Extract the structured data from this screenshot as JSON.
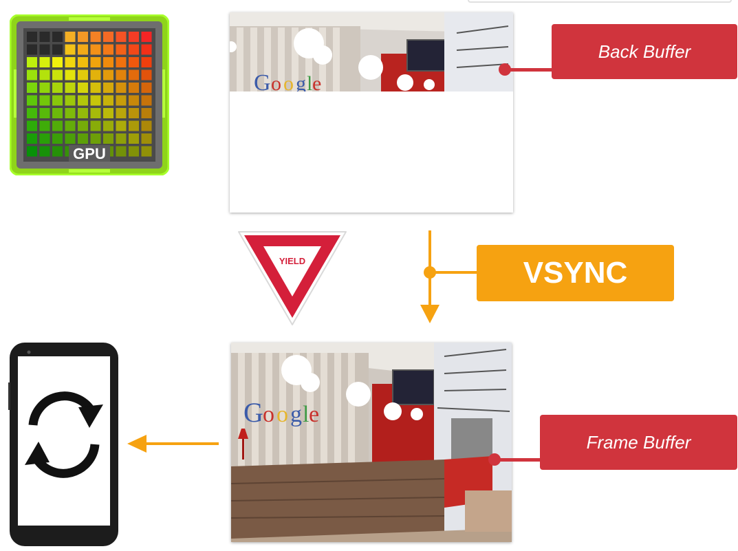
{
  "gpu": {
    "label": "GPU",
    "icon": "gpu-chip-icon"
  },
  "back_buffer": {
    "label": "Back Buffer",
    "fill_fraction": 0.37
  },
  "frame_buffer": {
    "label": "Frame Buffer"
  },
  "yield_sign": {
    "label": "YIELD",
    "icon": "yield-sign-icon"
  },
  "vsync": {
    "label": "VSYNC"
  },
  "phone": {
    "icon": "refresh-icon"
  },
  "colors": {
    "callout_red": "#d0343d",
    "vsync_orange": "#f6a211",
    "arrow_orange": "#f6a211",
    "chip_green": "#7fe01a"
  }
}
